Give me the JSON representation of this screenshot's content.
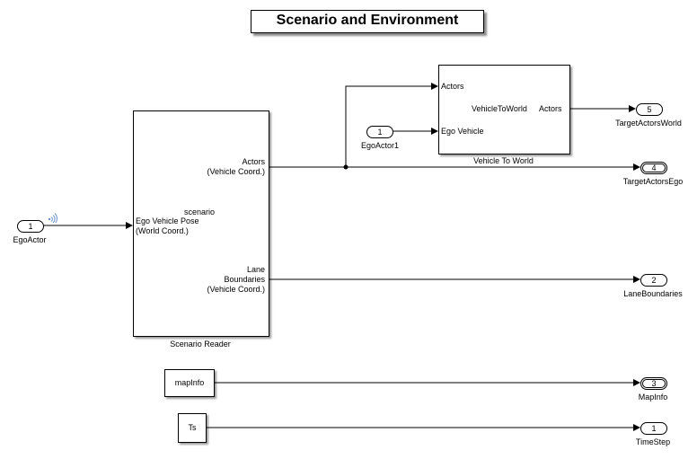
{
  "title": "Scenario and Environment",
  "scenario_reader": {
    "name": "Scenario Reader",
    "center_label": "scenario",
    "out_actors": [
      "Actors",
      "(Vehicle Coord.)"
    ],
    "in_pose": [
      "Ego Vehicle Pose",
      "(World Coord.)"
    ],
    "out_lanes": [
      "Lane",
      "Boundaries",
      "(Vehicle Coord.)"
    ]
  },
  "vehicle_to_world": {
    "name": "Vehicle To World",
    "in_actors": "Actors",
    "in_ego": "Ego Vehicle",
    "center": "VehicleToWorld",
    "out_actors": "Actors"
  },
  "inports": [
    {
      "num": "1",
      "name": "EgoActor"
    },
    {
      "num": "1",
      "name": "EgoActor1"
    }
  ],
  "outports": [
    {
      "num": "5",
      "name": "TargetActorsWorld"
    },
    {
      "num": "4",
      "name": "TargetActorsEgo"
    },
    {
      "num": "2",
      "name": "LaneBoundaries"
    },
    {
      "num": "3",
      "name": "MapInfo"
    },
    {
      "num": "1",
      "name": "TimeStep"
    }
  ],
  "constants": {
    "mapinfo": "mapInfo",
    "ts": "Ts"
  }
}
